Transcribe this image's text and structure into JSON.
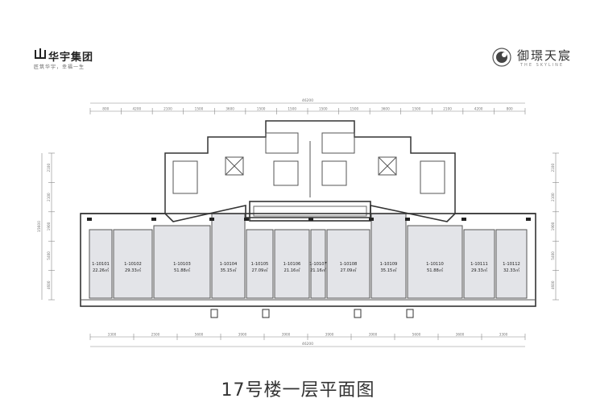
{
  "logos": {
    "left_brand": "华宇集团",
    "left_slogan": "匠筑华宇，幸福一生",
    "right_brand": "御璟天宸",
    "right_sub": "THE SKYLINE"
  },
  "caption": "17号楼一层平面图",
  "dimensions": {
    "top_total": "46200",
    "bottom_total": "46200",
    "top_segments": [
      "800",
      "4200",
      "2100",
      "1500",
      "3600",
      "1500",
      "1500",
      "1500",
      "1500",
      "3600",
      "1500",
      "2100",
      "4200",
      "800"
    ],
    "bottom_segments": [
      "3300",
      "2500",
      "5600",
      "3900",
      "3900",
      "3900",
      "3900",
      "5600",
      "3600",
      "3300"
    ],
    "left_segments": [
      "2100",
      "2100",
      "1900",
      "5400",
      "4600"
    ],
    "left_total": "15600",
    "right_segments": [
      "2100",
      "2100",
      "1900",
      "5400",
      "4600"
    ]
  },
  "units": [
    {
      "id": "1-10101",
      "area": "22.26㎡"
    },
    {
      "id": "1-10102",
      "area": "29.33㎡"
    },
    {
      "id": "1-10103",
      "area": "51.88㎡"
    },
    {
      "id": "1-10104",
      "area": "35.15㎡"
    },
    {
      "id": "1-10105",
      "area": "27.09㎡"
    },
    {
      "id": "1-10106",
      "area": "21.16㎡"
    },
    {
      "id": "1-10107",
      "area": "21.16㎡"
    },
    {
      "id": "1-10108",
      "area": "27.09㎡"
    },
    {
      "id": "1-10109",
      "area": "35.15㎡"
    },
    {
      "id": "1-10110",
      "area": "51.88㎡"
    },
    {
      "id": "1-10111",
      "area": "29.33㎡"
    },
    {
      "id": "1-10112",
      "area": "32.33㎡"
    }
  ],
  "colors": {
    "shop_fill": "#e3e4e8",
    "wall": "#333333",
    "line": "#888888"
  }
}
